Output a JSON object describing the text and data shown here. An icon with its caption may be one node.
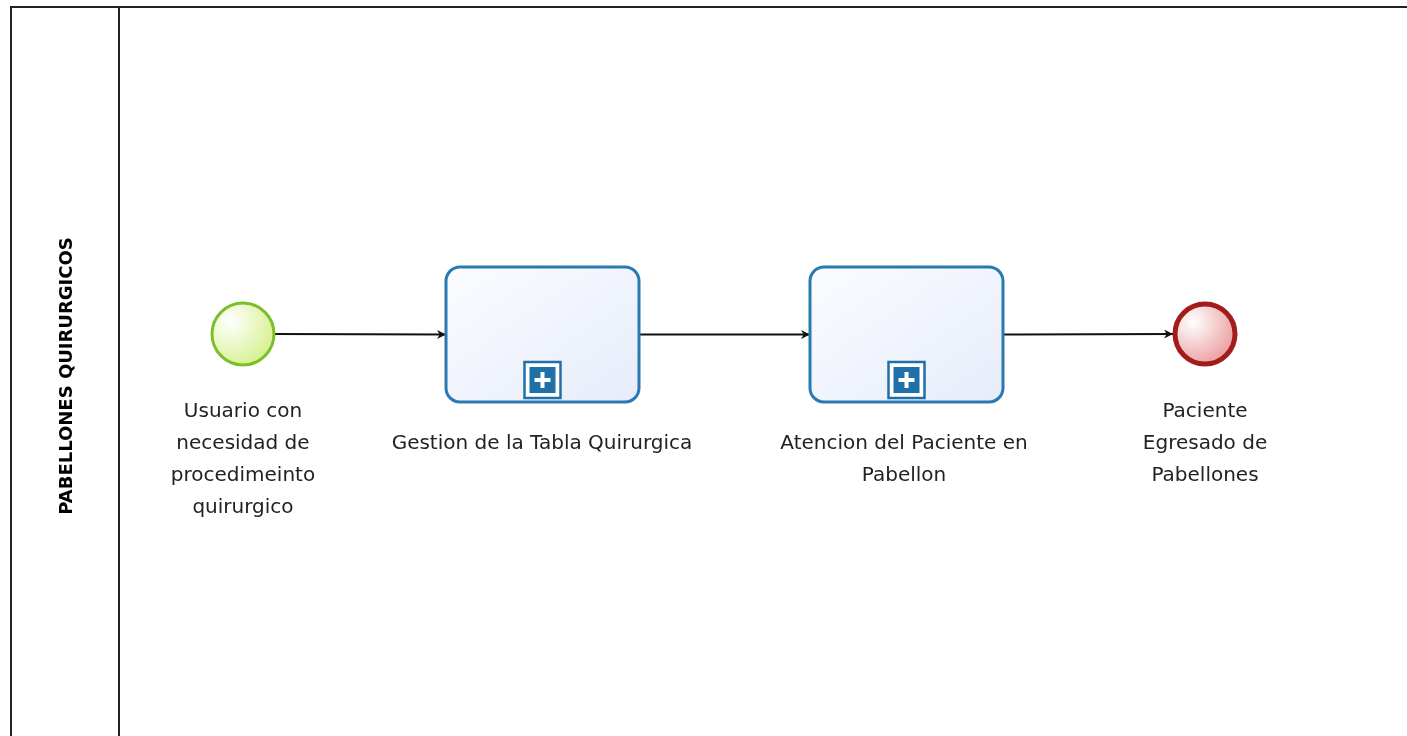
{
  "diagram": {
    "nodes": [
      {
        "text": [
          "PABELLONES QUIRURGICOS"
        ]
      },
      {
        "text": [
          "Usuario con necesidad de procedimeinto quirurgico"
        ],
        "in": 0
      },
      {
        "text": [
          "Gestion de la Tabla Quirurgica"
        ],
        "in": 0
      },
      {
        "text": [
          "Atencion del Paciente en Pabellon"
        ],
        "in": 0
      },
      {
        "text": [
          "Paciente Egresado de Pabellones"
        ],
        "in": 0
      }
    ],
    "edges": [
      {
        "from": 1,
        "to": 2,
        "arrow": "to"
      },
      {
        "from": 2,
        "to": 3,
        "arrow": "to"
      },
      {
        "from": 3,
        "to": 4,
        "arrow": "to"
      }
    ]
  }
}
